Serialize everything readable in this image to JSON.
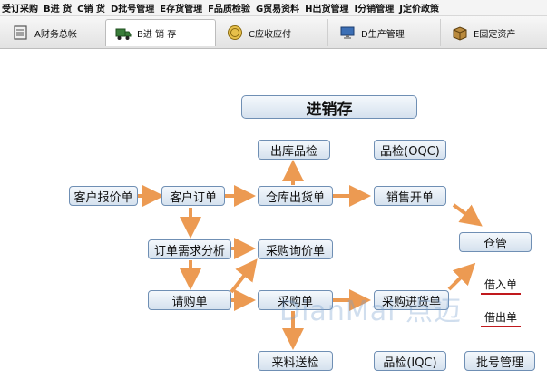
{
  "menu": [
    {
      "id": "purchase",
      "label": "受订采购"
    },
    {
      "id": "b",
      "label": "B进 货"
    },
    {
      "id": "c",
      "label": "C销 货"
    },
    {
      "id": "d",
      "label": "D批号管理"
    },
    {
      "id": "e",
      "label": "E存货管理"
    },
    {
      "id": "f",
      "label": "F品质检验"
    },
    {
      "id": "g",
      "label": "G贸易资料"
    },
    {
      "id": "h",
      "label": "H出货管理"
    },
    {
      "id": "i",
      "label": "I分销管理"
    },
    {
      "id": "j",
      "label": "J定价政策"
    }
  ],
  "tabs": [
    {
      "id": "a",
      "label": "A财务总帐",
      "icon": "ledger-icon",
      "active": false
    },
    {
      "id": "b",
      "label": "B进 销 存",
      "icon": "truck-icon",
      "active": true
    },
    {
      "id": "c",
      "label": "C应收应付",
      "icon": "coin-icon",
      "active": false
    },
    {
      "id": "d",
      "label": "D生产管理",
      "icon": "monitor-icon",
      "active": false
    },
    {
      "id": "e",
      "label": "E固定资产",
      "icon": "box-icon",
      "active": false
    }
  ],
  "diagram": {
    "title": "进销存",
    "nodes": {
      "outbound_inspection": "出库品检",
      "oqc": "品检(OQC)",
      "customer_quote": "客户报价单",
      "customer_order": "客户订单",
      "warehouse_shipment": "仓库出货单",
      "sales_invoice": "销售开单",
      "order_demand_analysis": "订单需求分析",
      "purchase_inquiry": "采购询价单",
      "warehouse_mgmt": "仓管",
      "requisition": "请购单",
      "purchase_order": "采购单",
      "purchase_receipt": "采购进货单",
      "incoming_inspection": "来料送检",
      "iqc": "品检(IQC)",
      "batch_mgmt": "批号管理"
    },
    "borrow_in": "借入单",
    "borrow_out": "借出单"
  },
  "watermark": "DianMai 点迈",
  "colors": {
    "arrow": "#ec9a52",
    "node_border": "#6f8fb4",
    "node_fill_top": "#f4f8fc",
    "node_fill_bottom": "#d5e1ee",
    "underline": "#c0191d"
  }
}
